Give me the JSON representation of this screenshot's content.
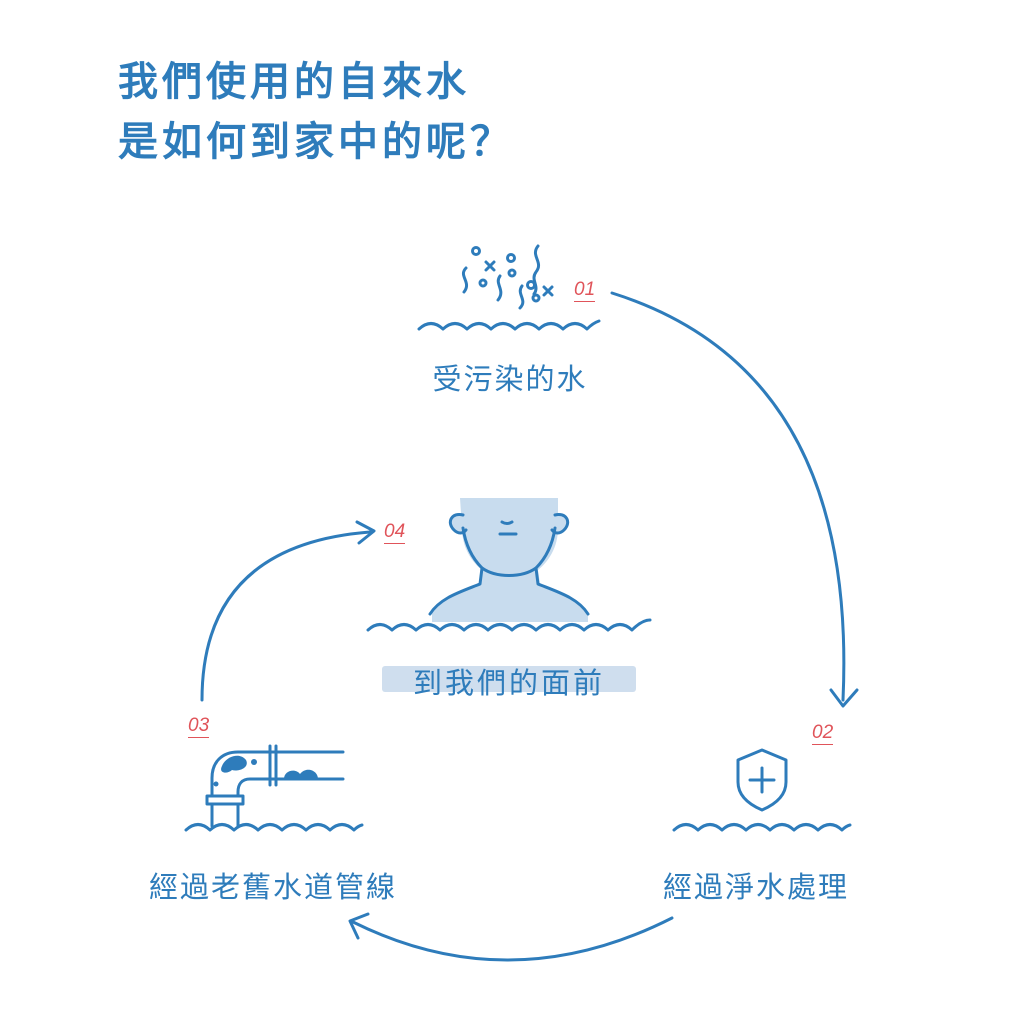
{
  "title": {
    "line1": "我們使用的自來水",
    "line2": "是如何到家中的呢？"
  },
  "steps": [
    {
      "number": "01",
      "label": "受污染的水",
      "icon": "polluted-water-icon"
    },
    {
      "number": "02",
      "label": "經過淨水處理",
      "icon": "shield-plus-icon"
    },
    {
      "number": "03",
      "label": "經過老舊水道管線",
      "icon": "old-pipe-icon"
    },
    {
      "number": "04",
      "label": "到我們的面前",
      "icon": "person-in-water-icon"
    }
  ],
  "colors": {
    "primary": "#2e7cbb",
    "accent_number": "#e0545a",
    "highlight": "#cfdeee",
    "figure_fill": "#c8dcee"
  }
}
